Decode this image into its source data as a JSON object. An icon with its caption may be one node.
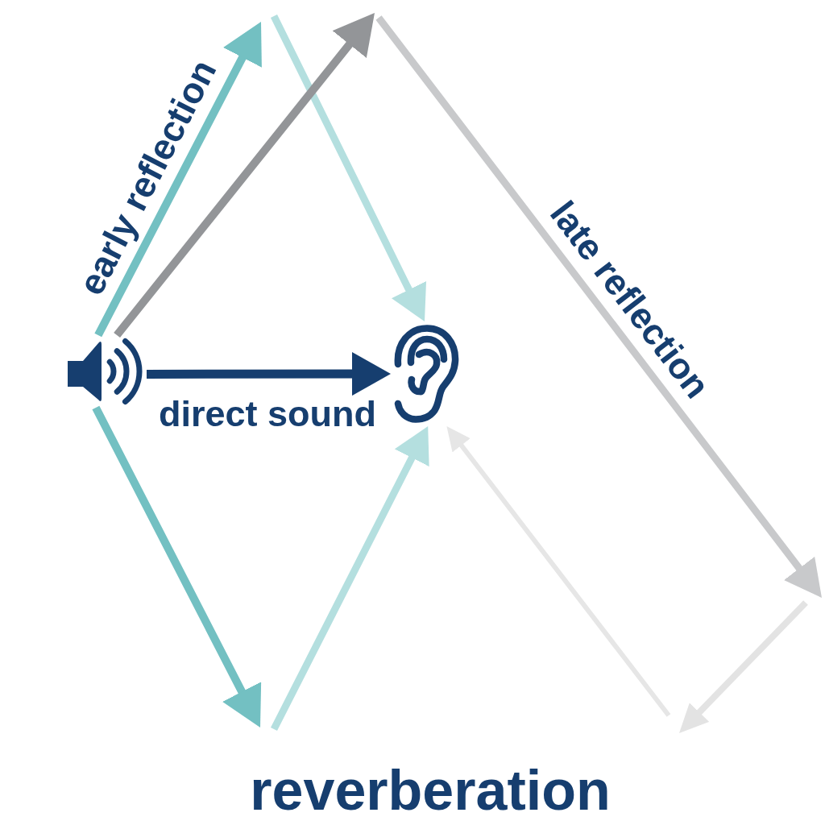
{
  "diagram": {
    "nodes": [
      {
        "text": [],
        "shape": "picture"
      },
      {
        "text": [],
        "shape": "picture"
      }
    ],
    "edges": [
      {
        "from": 0,
        "to": 1,
        "arrow": "to",
        "label": "direct sound",
        "color": "#163e6f"
      },
      {
        "from": 0,
        "to": null,
        "arrow": "to",
        "label": "early reflection",
        "color": "#73c0c2"
      },
      {
        "from": null,
        "to": 1,
        "arrow": "to",
        "color": "#b4dfdf"
      },
      {
        "from": 0,
        "to": null,
        "arrow": "to",
        "color": "#939598"
      },
      {
        "from": 0,
        "to": null,
        "arrow": "to",
        "color": "#73c0c2"
      },
      {
        "from": null,
        "to": 1,
        "arrow": "to",
        "color": "#b4dfdf"
      },
      {
        "from": null,
        "to": 1,
        "arrow": "to",
        "color": "#e6e6e6"
      }
    ],
    "labels": [
      "late reflection",
      "reverberation"
    ]
  }
}
